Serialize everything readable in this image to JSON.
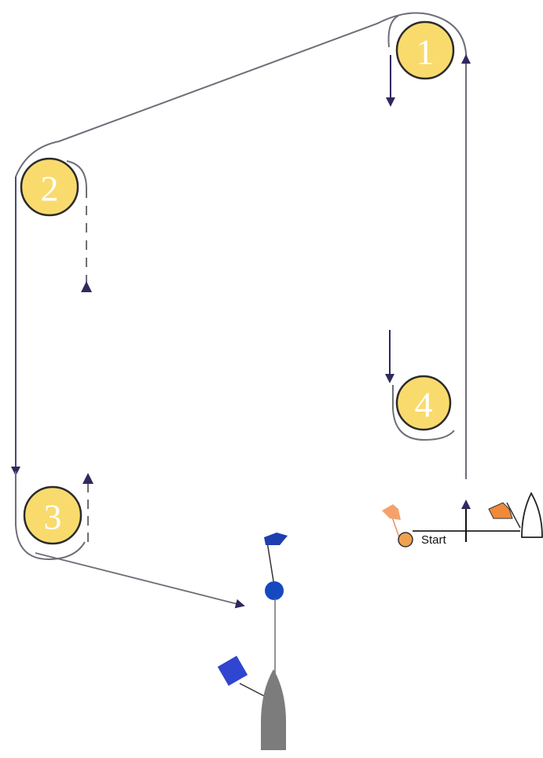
{
  "marks": [
    {
      "number": "1"
    },
    {
      "number": "2"
    },
    {
      "number": "3"
    },
    {
      "number": "4"
    }
  ],
  "start_label": "Start",
  "colors": {
    "mark_fill": "#F9DB6D",
    "mark_stroke": "#2B2B2B",
    "course_line": "#6E6E78",
    "arrow": "#2E2A5E",
    "committee_flag": "#F08A3A",
    "pin_flag": "#F4A26B",
    "pin_buoy": "#F0A050",
    "finish_flag": "#1E3FB0",
    "finish_buoy": "#1549C0",
    "finish_square_flag": "#3045D0",
    "boat_grey": "#7C7C7C"
  }
}
